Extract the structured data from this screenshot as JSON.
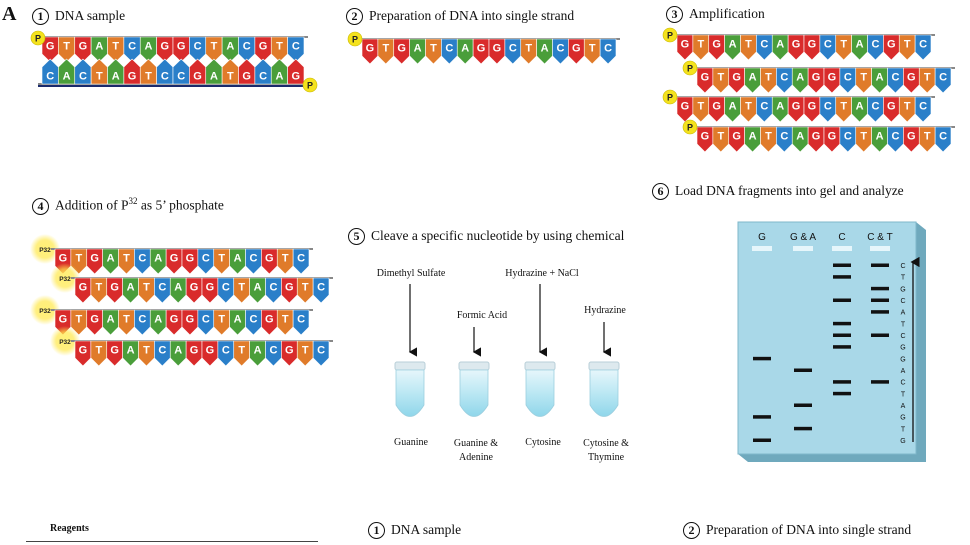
{
  "panel_letter": "A",
  "steps": {
    "s1": {
      "num": "1",
      "label": "DNA sample"
    },
    "s2": {
      "num": "2",
      "label": "Preparation of DNA into single strand"
    },
    "s3": {
      "num": "3",
      "label": "Amplification"
    },
    "s4": {
      "num": "4",
      "label_pre": "Addition of  P",
      "label_sup": "32",
      "label_post": " as 5’ phosphate"
    },
    "s5": {
      "num": "5",
      "label": "Cleave a specific nucleotide by using chemical"
    },
    "s6": {
      "num": "6",
      "label": "Load DNA fragments into gel and analyze"
    }
  },
  "phosphate_label": "P",
  "p32_label": "P32",
  "sequence": [
    "G",
    "T",
    "G",
    "A",
    "T",
    "C",
    "A",
    "G",
    "G",
    "C",
    "T",
    "A",
    "C",
    "G",
    "T",
    "C"
  ],
  "complement": [
    "C",
    "A",
    "C",
    "T",
    "A",
    "G",
    "T",
    "C",
    "C",
    "G",
    "A",
    "T",
    "G",
    "C",
    "A",
    "G"
  ],
  "base_colors": {
    "G": "#d92b2b",
    "T": "#e07b2a",
    "A": "#4a9e3a",
    "C": "#2a7fc9"
  },
  "chemicals": [
    {
      "reagent": "Dimethyl Sulfate",
      "product": "Guanine"
    },
    {
      "reagent": "Formic Acid",
      "product": "Guanine & Adenine"
    },
    {
      "reagent": "Hydrazine + NaCl",
      "product": "Cytosine"
    },
    {
      "reagent": "Hydrazine",
      "product": "Cytosine & Thymine"
    }
  ],
  "gel": {
    "lanes": [
      "G",
      "G & A",
      "C",
      "C & T"
    ],
    "readout": [
      "C",
      "T",
      "G",
      "C",
      "A",
      "T",
      "C",
      "G",
      "G",
      "A",
      "C",
      "T",
      "A",
      "G",
      "T",
      "G"
    ],
    "band_lanes": [
      3,
      2,
      3,
      3,
      3,
      2,
      3,
      2,
      0,
      1,
      3,
      2,
      1,
      0,
      1,
      0
    ],
    "gel_color": "#a9d8e8"
  },
  "bottom": {
    "reagents_header": "Reagents",
    "s1": {
      "num": "1",
      "label": "DNA sample"
    },
    "s2": {
      "num": "2",
      "label": "Preparation of DNA into single strand"
    }
  }
}
